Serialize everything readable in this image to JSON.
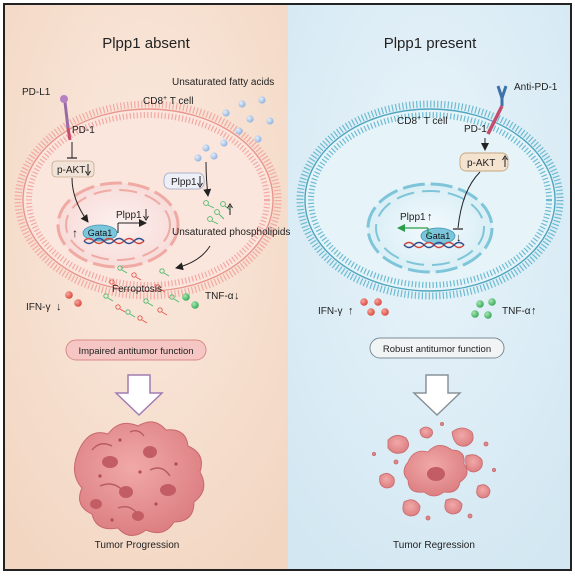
{
  "left": {
    "title": "Plpp1 absent",
    "labels": {
      "pdl1": "PD-L1",
      "pd1": "PD-1",
      "pakt": "p-AKT",
      "ufa": "Unsaturated fatty acids",
      "cd8": "CD8",
      "cd8_sup": "+",
      "cd8_rest": " T cell",
      "plpp1_box": "Plpp1",
      "plpp1_gene": "Plpp1",
      "gata1": "Gata1",
      "usp": "Unsaturated phospholipids",
      "ferroptosis": "Ferroptosis",
      "ifn": "IFN-γ",
      "tnf": "TNF-α"
    },
    "pill": "Impaired antitumor function",
    "outcome": "Tumor Progression"
  },
  "right": {
    "title": "Plpp1 present",
    "labels": {
      "antipd1": "Anti-PD-1",
      "pd1": "PD-1",
      "pakt": "p-AKT",
      "cd8": "CD8",
      "cd8_sup": "+",
      "cd8_rest": " T cell",
      "plpp1_gene": "Plpp1",
      "gata1": "Gata1",
      "ifn": "IFN-γ",
      "tnf": "TNF-α"
    },
    "pill": "Robust antitumor function",
    "outcome": "Tumor Regression"
  },
  "colors": {
    "left_bg": "#f5ddca",
    "right_bg": "#dcedf6",
    "left_membrane": "#f0a5a0",
    "right_membrane": "#5fb4cc",
    "ferroptosis_red": "#e05a4e",
    "cytokine_green": "#4cb96a",
    "lipid_blue": "#9dbbe2",
    "tumor_pink": "#e0868a",
    "increase_green": "#2a9d4a"
  }
}
